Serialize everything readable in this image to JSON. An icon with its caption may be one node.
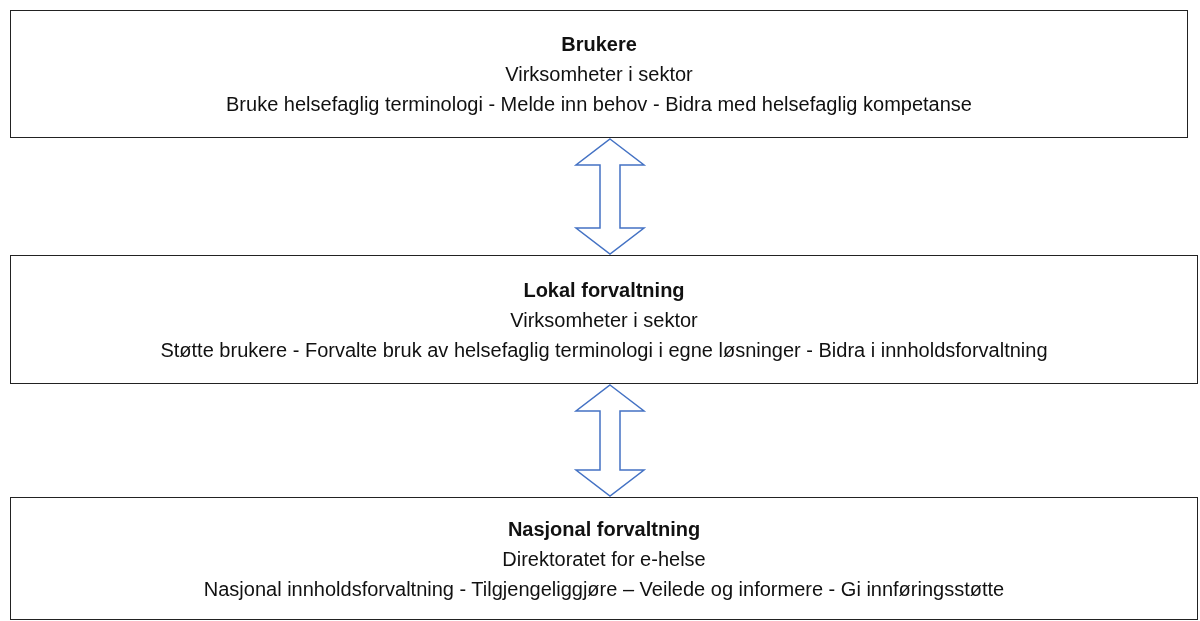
{
  "diagram": {
    "nodes": [
      {
        "text": [
          "Brukere",
          "Virksomheter i sektor",
          "Bruke helsefaglig terminologi - Melde inn behov - Bidra med helsefaglig kompetanse"
        ]
      },
      {
        "text": [
          "Lokal forvaltning",
          "Virksomheter i sektor",
          "Støtte brukere - Forvalte bruk av helsefaglig terminologi i egne løsninger - Bidra i innholdsforvaltning"
        ]
      },
      {
        "text": [
          "Nasjonal forvaltning",
          "Direktoratet for e-helse",
          "Nasjonal innholdsforvaltning - Tilgjengeliggjøre – Veilede og informere - Gi innføringsstøtte"
        ]
      }
    ],
    "edges": [
      {
        "from": 0,
        "to": 1,
        "arrow": "both"
      },
      {
        "from": 1,
        "to": 2,
        "arrow": "both"
      }
    ]
  }
}
